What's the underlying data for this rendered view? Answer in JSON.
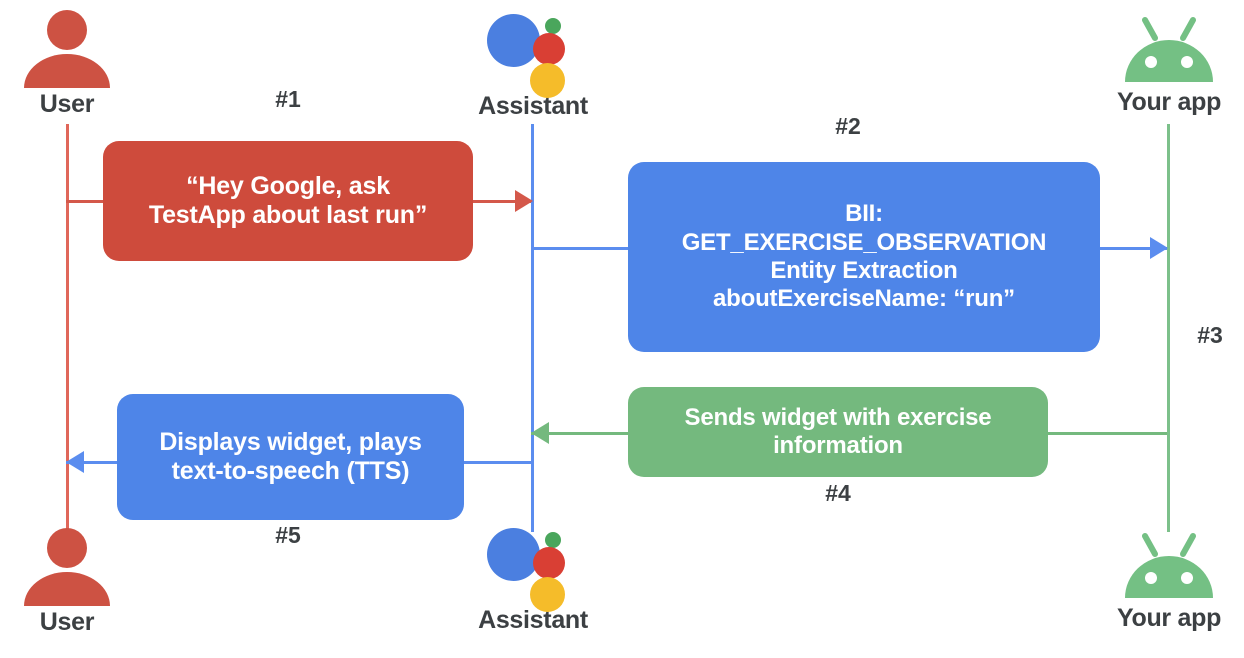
{
  "diagram": {
    "title": "Google Assistant App Actions sequence diagram",
    "type": "sequence-diagram",
    "background": "#ffffff"
  },
  "colors": {
    "user_red": "#cd5243",
    "box_red": "#ce4b3c",
    "assistant_blue": "#4e85e8",
    "lifeline_blue": "#5b8def",
    "app_green": "#74b97e",
    "lifeline_green": "#7cc08a",
    "ga_blue": "#4b7fe0",
    "ga_red": "#d93f34",
    "ga_yellow": "#f5bc2a",
    "ga_green": "#4aa65c",
    "label_gray": "#3c4043"
  },
  "actors": {
    "top": [
      {
        "id": "user",
        "label": "User",
        "icon": "user-avatar-icon"
      },
      {
        "id": "assistant",
        "label": "Assistant",
        "icon": "google-assistant-icon"
      },
      {
        "id": "app",
        "label": "Your app",
        "icon": "android-robot-icon"
      }
    ],
    "bottom": [
      {
        "id": "user",
        "label": "User",
        "icon": "user-avatar-icon"
      },
      {
        "id": "assistant",
        "label": "Assistant",
        "icon": "google-assistant-icon"
      },
      {
        "id": "app",
        "label": "Your app",
        "icon": "android-robot-icon"
      }
    ]
  },
  "steps": [
    {
      "number": "#1"
    },
    {
      "number": "#2"
    },
    {
      "number": "#3"
    },
    {
      "number": "#4"
    },
    {
      "number": "#5"
    }
  ],
  "messages": {
    "utterance": {
      "step": "#1",
      "from": "user",
      "to": "assistant",
      "color": "#ce4b3c",
      "lines": [
        "“Hey Google, ask",
        "TestApp about last run”"
      ]
    },
    "bii": {
      "step": "#2",
      "from": "assistant",
      "to": "app",
      "color": "#4e85e8",
      "lines": [
        "BII:",
        "GET_EXERCISE_OBSERVATION",
        "Entity Extraction",
        "aboutExerciseName: “run”"
      ]
    },
    "widget_response": {
      "step": "#4",
      "from": "app",
      "to": "assistant",
      "color": "#74b97e",
      "lines": [
        "Sends widget with exercise",
        "information"
      ]
    },
    "display": {
      "step": "#5",
      "from": "assistant",
      "to": "user",
      "color": "#4e85e8",
      "lines": [
        "Displays widget, plays",
        "text-to-speech (TTS)"
      ]
    }
  }
}
